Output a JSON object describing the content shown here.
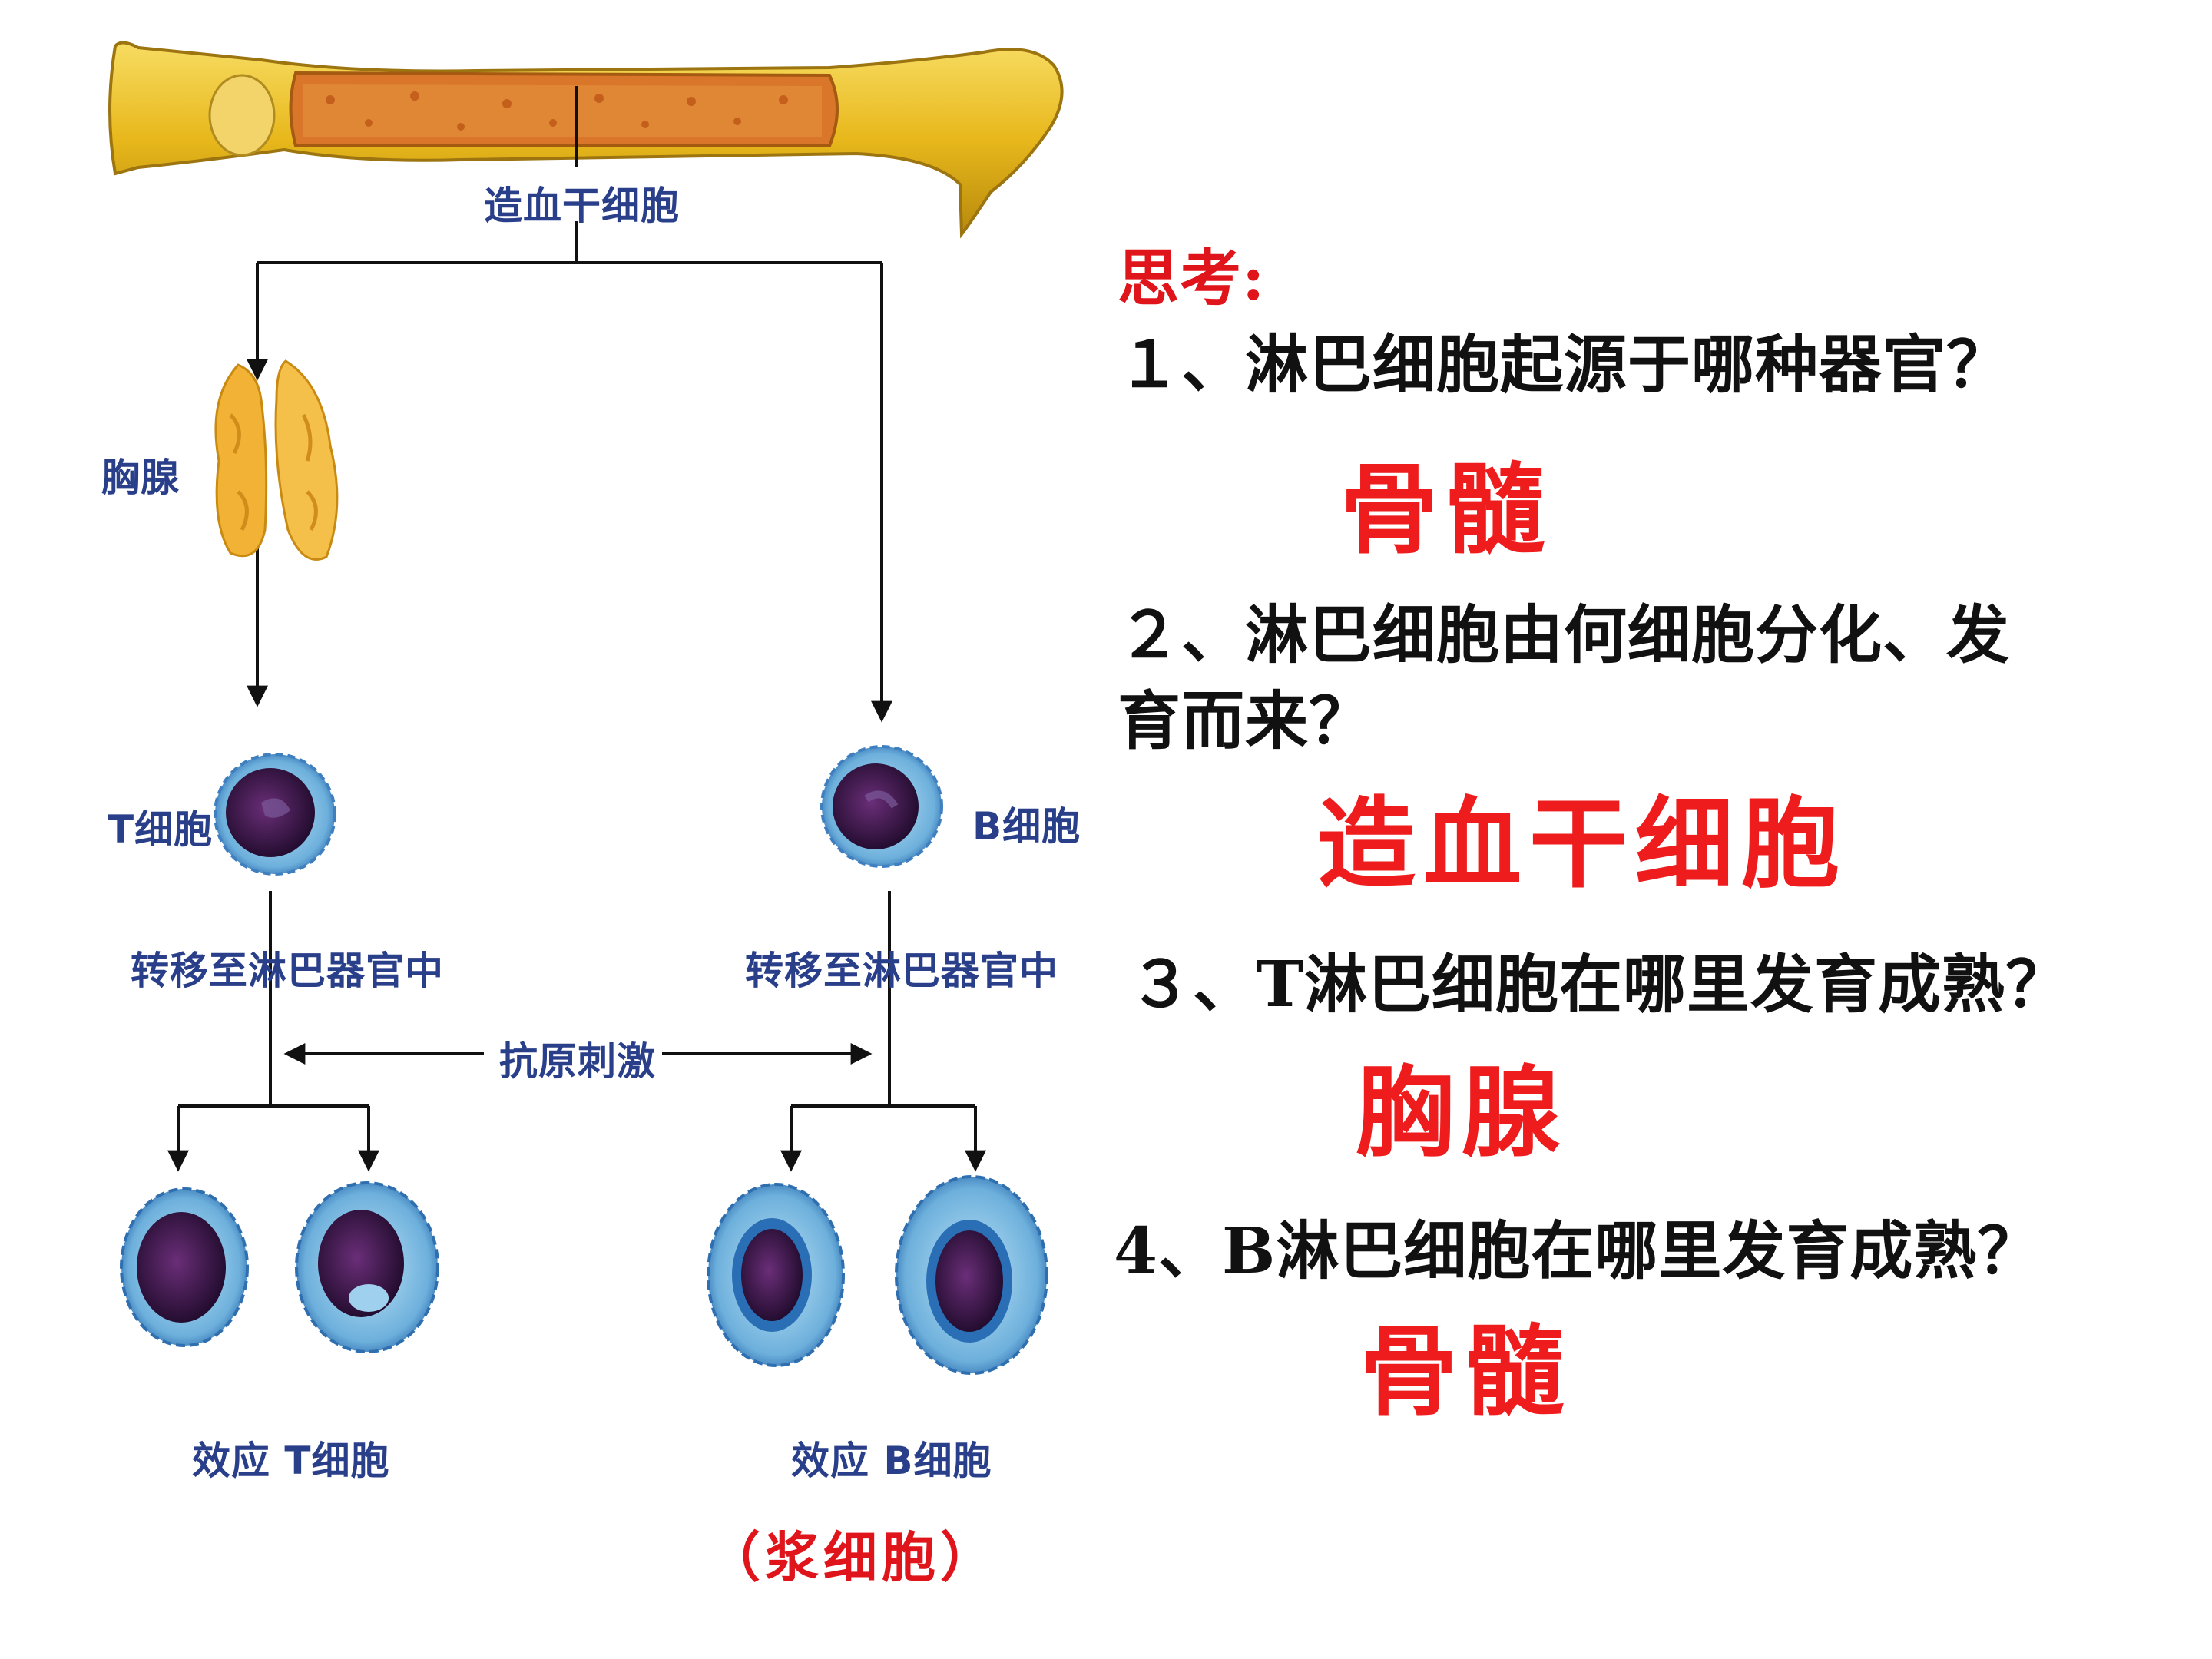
{
  "diagram": {
    "labels": {
      "stem_cell": "造血干细胞",
      "thymus": "胸腺",
      "t_cell": "T细胞",
      "b_cell": "B细胞",
      "t_migrate": "转移至淋巴器官中",
      "b_migrate": "转移至淋巴器官中",
      "antigen": "抗原刺激",
      "effector_t": "效应 T细胞",
      "effector_b": "效应 B细胞",
      "plasma": "（浆细胞）"
    },
    "colors": {
      "bone": "#e8b81c",
      "marrow": "#d2691e",
      "thymus": "#f2b236",
      "cell_membrane": "#5a9bd5",
      "nucleus": "#3a1a4a",
      "label": "#2a3f8a"
    }
  },
  "questions": {
    "heading": "思考:",
    "q1": "１、淋巴细胞起源于哪种器官？",
    "a1": "骨髓",
    "q2_line1": "２、淋巴细胞由何细胞分化、发",
    "q2_line2": "育而来？",
    "a2": "造血干细胞",
    "q3": "３、T淋巴细胞在哪里发育成熟？",
    "a3": "胸腺",
    "q4": "4、B淋巴细胞在哪里发育成熟？",
    "a4": "骨髓"
  }
}
